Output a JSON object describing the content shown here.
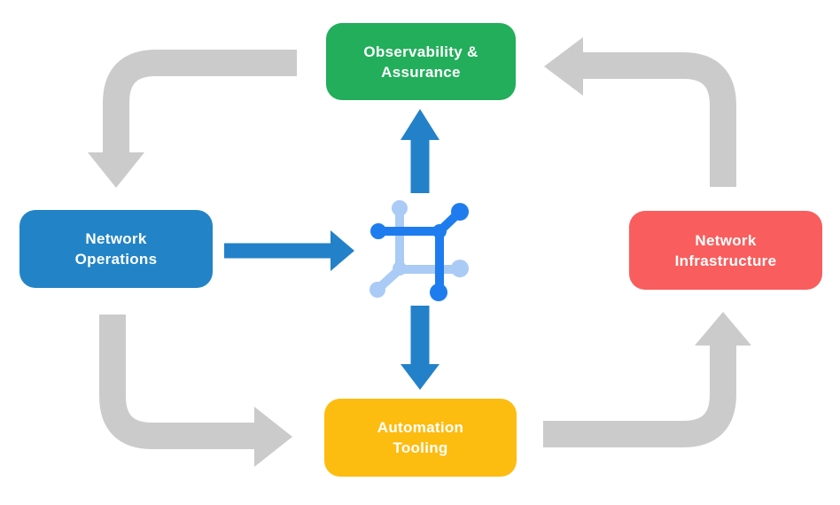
{
  "diagram": {
    "nodes": {
      "observability": {
        "line1": "Observability &",
        "line2": "Assurance",
        "color": "#22AE5B"
      },
      "operations": {
        "line1": "Network",
        "line2": "Operations",
        "color": "#2284C6"
      },
      "infrastructure": {
        "line1": "Network",
        "line2": "Infrastructure",
        "color": "#F95D5D"
      },
      "automation": {
        "line1": "Automation",
        "line2": "Tooling",
        "color": "#FDBC10"
      }
    },
    "center_icon": {
      "name": "network-fabric-icon",
      "primary_color": "#1E7CEE",
      "secondary_color": "#A9CBF5"
    },
    "palette": {
      "arrow_gray": "#CCCBCB",
      "arrow_blue": "#2381C9",
      "background": "#FFFFFF",
      "node_text": "#FFFFFF"
    }
  }
}
